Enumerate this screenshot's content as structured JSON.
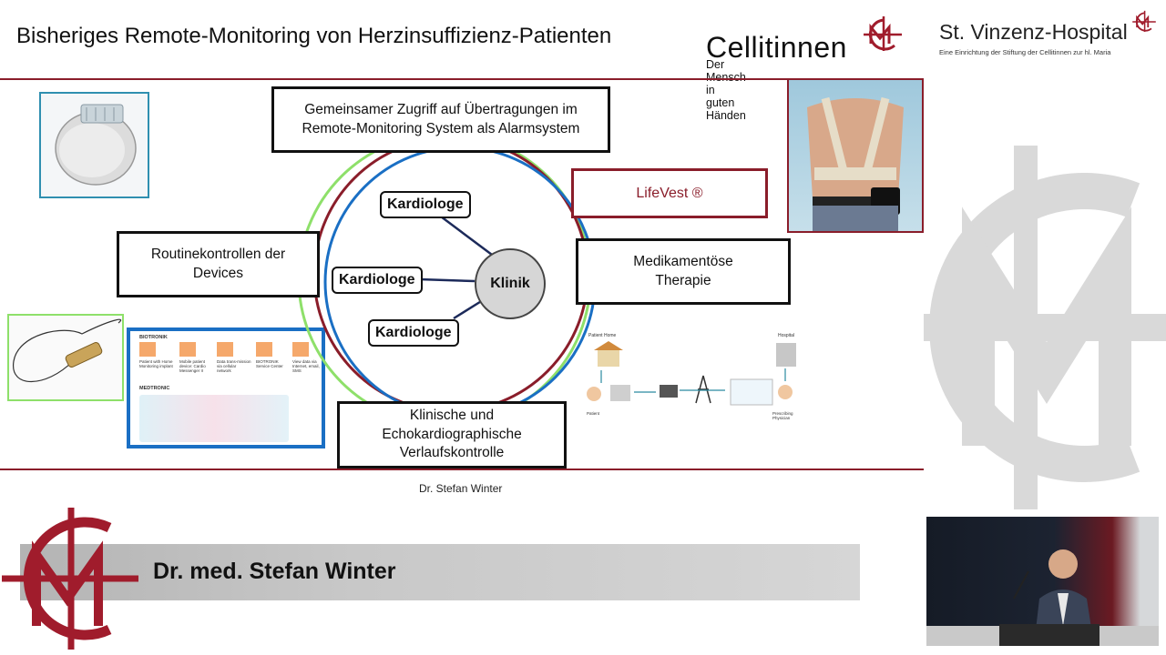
{
  "header": {
    "title": "Bisheriges Remote-Monitoring von Herzinsuffizienz-Patienten",
    "logo_name": "Cellitinnen",
    "logo_tagline": "Der Mensch in guten Händen",
    "hospital_name": "St. Vinzenz-Hospital",
    "hospital_subtitle": "Eine Einrichtung der Stiftung der Cellitinnen zur hl. Maria"
  },
  "diagram": {
    "top_box": "Gemeinsamer Zugriff auf Übertragungen im Remote-Monitoring System als Alarmsystem",
    "left_box": "Routinekontrollen der Devices",
    "right_box": "Medikamentöse Therapie",
    "bottom_box": "Klinische und Echokardiographische Verlaufskontrolle",
    "lifevest_box": "LifeVest ®",
    "center_label": "Klinik",
    "node_1": "Kardiologe",
    "node_2": "Kardiologe",
    "node_3": "Kardiologe",
    "colors": {
      "dark_red": "#8a1d2a",
      "blue": "#1a6fc4",
      "green": "#8ee06a",
      "black": "#111111"
    }
  },
  "device_panel": {
    "brand_1": "BIOTRONIK",
    "brand_2": "MEDTRONIC",
    "steps": [
      "Patient with Home Monitoring implant",
      "Mobile patient device: Cardio Messenger II",
      "Data trans-mission via cellular network",
      "BIOTRONIK Service Center",
      "View data via Internet, email, SMS"
    ]
  },
  "network_figure": {
    "patient_home": "Patient Home",
    "hospital": "Hospital",
    "patient": "Patient",
    "physician": "Prescribing Physician"
  },
  "footer": {
    "author": "Dr. Stefan Winter",
    "speaker": "Dr. med. Stefan Winter"
  }
}
